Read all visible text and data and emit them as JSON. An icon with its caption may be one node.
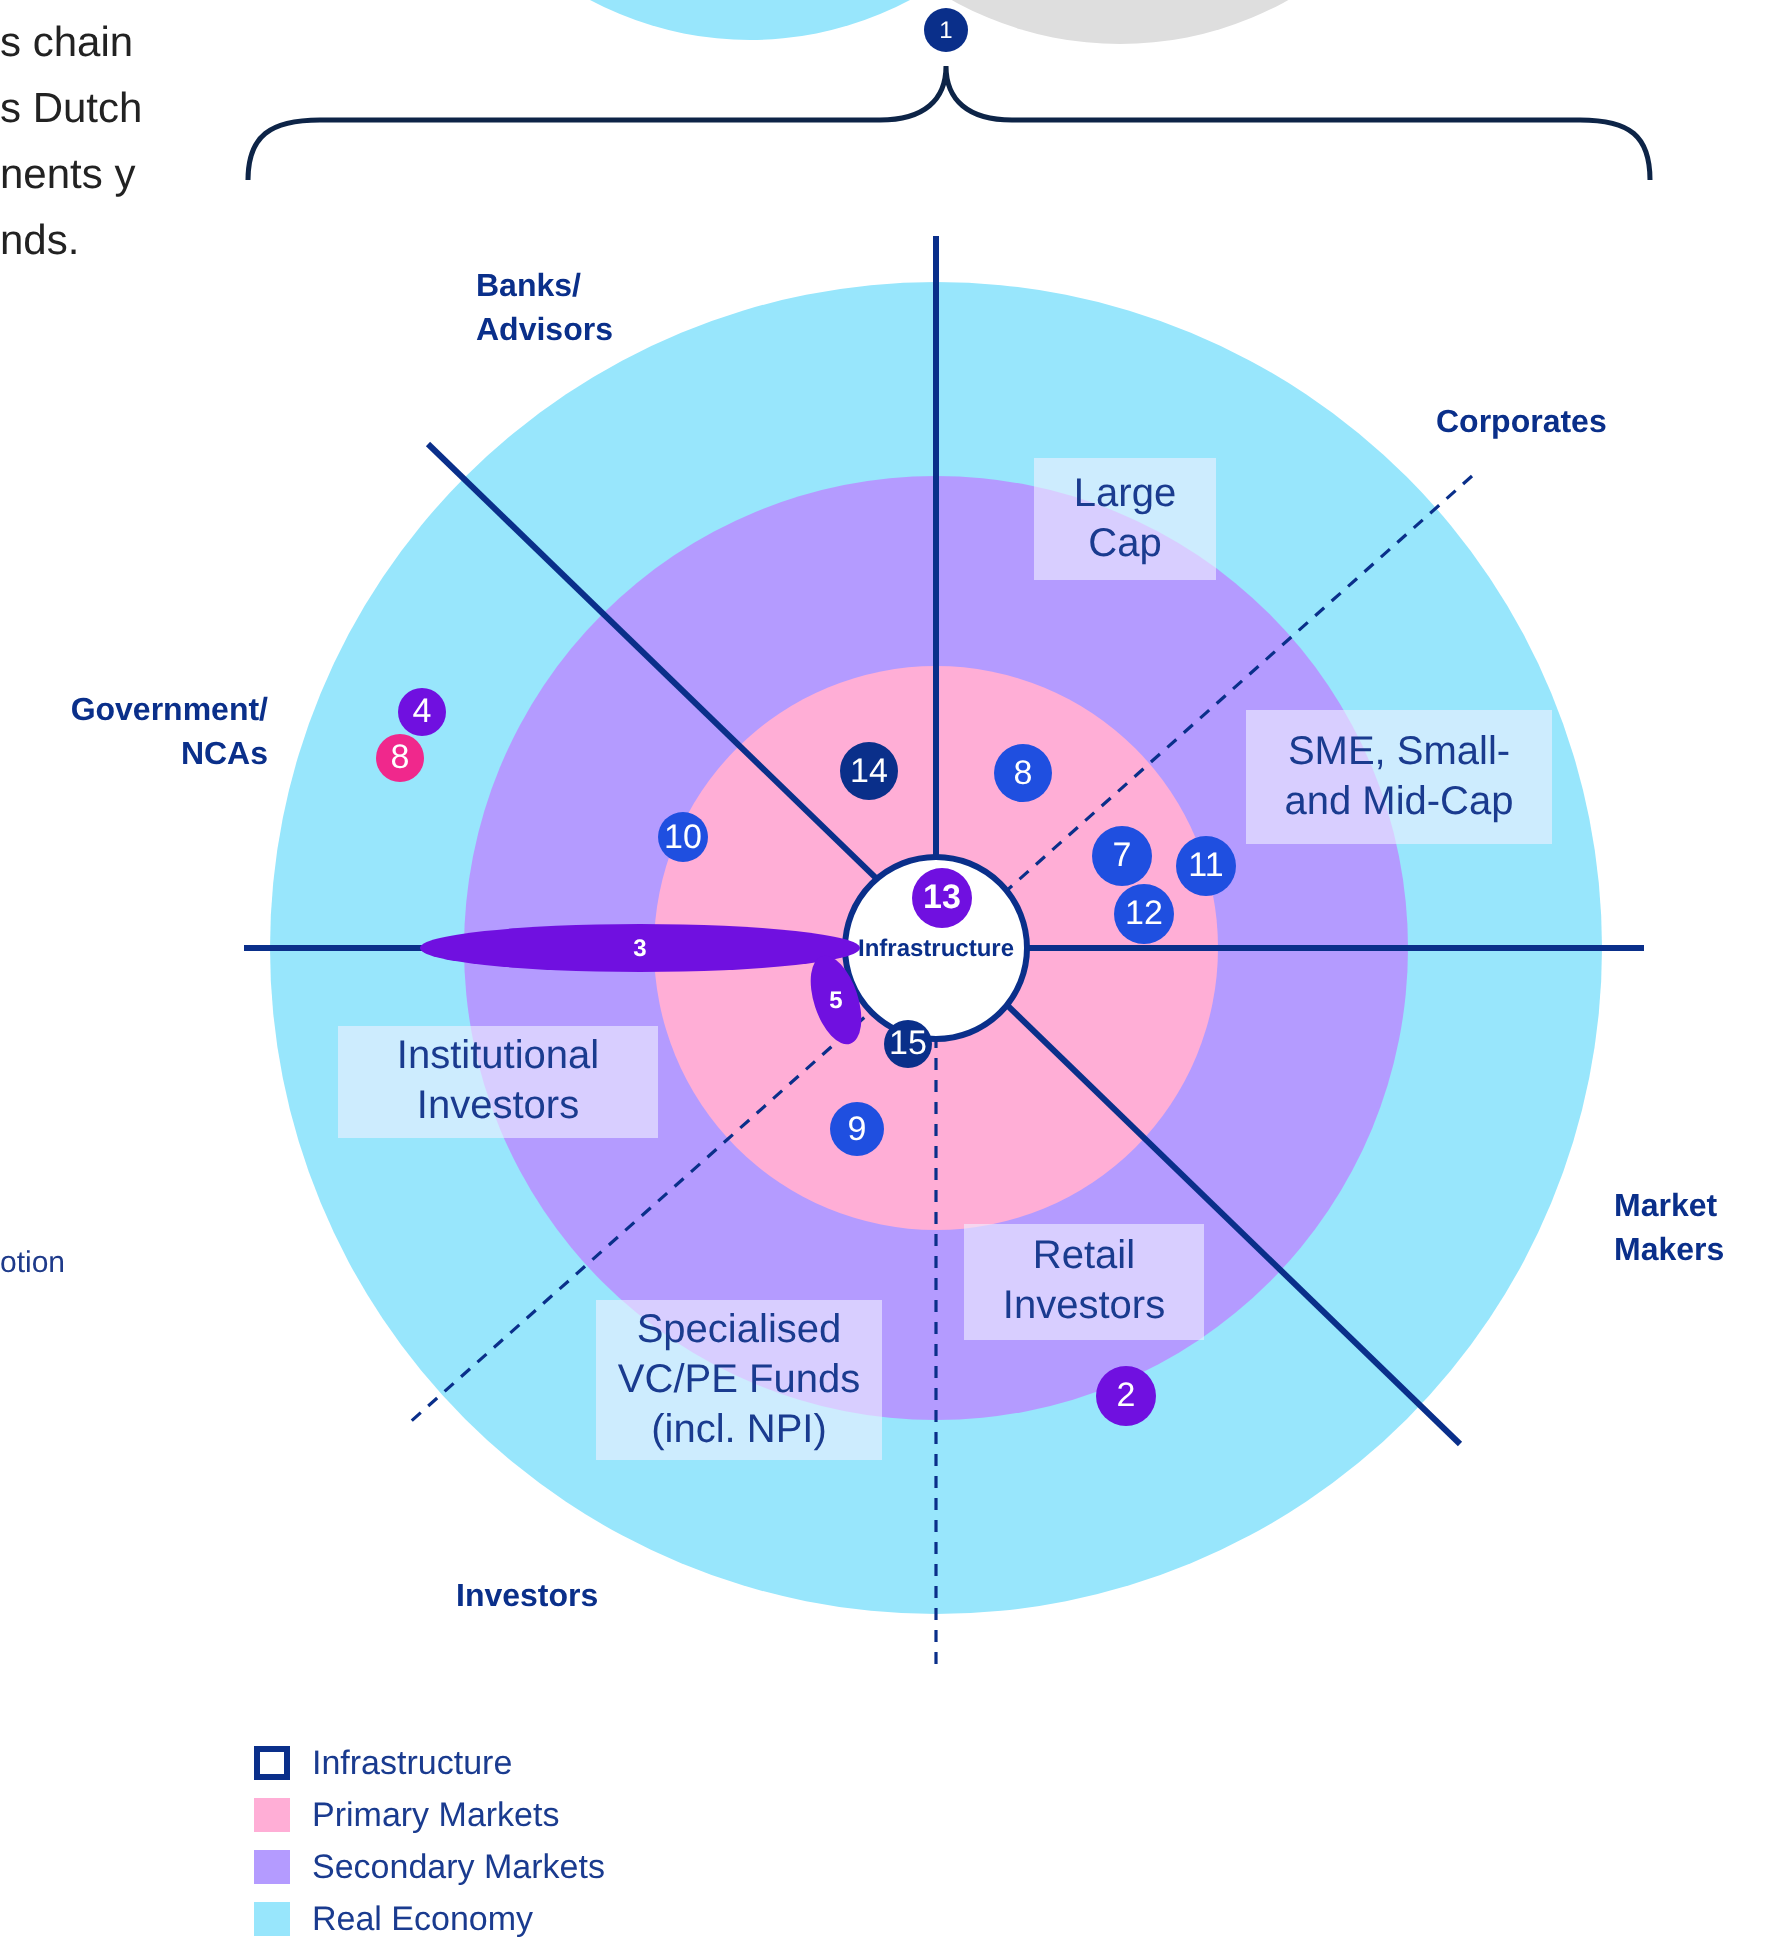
{
  "diagram": {
    "nodes": [
      {
        "text": [
          "1"
        ]
      },
      {
        "text": [
          "Large Cap"
        ]
      },
      {
        "text": [
          "4"
        ]
      },
      {
        "text": [
          "8"
        ]
      },
      {
        "text": [
          "SME, Small- and Mid-Cap"
        ]
      },
      {
        "text": [
          "14"
        ]
      },
      {
        "text": [
          "8"
        ]
      },
      {
        "text": [
          "10"
        ]
      },
      {
        "text": [
          "7"
        ]
      },
      {
        "text": [
          "11"
        ]
      },
      {
        "text": [
          "13"
        ],
        "in": 12
      },
      {
        "text": [
          "12"
        ]
      },
      {
        "text": [
          "Infrastructure"
        ]
      },
      {
        "text": [
          "3"
        ]
      },
      {
        "text": [
          "5"
        ]
      },
      {
        "text": [
          "15"
        ]
      },
      {
        "text": [
          "Institutional Investors"
        ]
      },
      {
        "text": [
          "9"
        ]
      },
      {
        "text": [
          "Retail Investors"
        ]
      },
      {
        "text": [
          "Specialised VC/PE Funds (incl. NPI)"
        ]
      },
      {
        "text": [
          "2"
        ]
      }
    ],
    "labels": [
      "s chain s Dutch nents y nds.",
      "Banks/ Advisors",
      "Corporates",
      "Government/ NCAs",
      "otion",
      "Market Makers",
      "Investors"
    ],
    "legend": [
      {
        "text": "Infrastructure"
      },
      {
        "text": "Primary Markets",
        "color": "#ffaed6"
      },
      {
        "text": "Secondary Markets",
        "color": "#b49bff"
      },
      {
        "text": "Real Economy",
        "color": "#98e6fc"
      }
    ]
  }
}
